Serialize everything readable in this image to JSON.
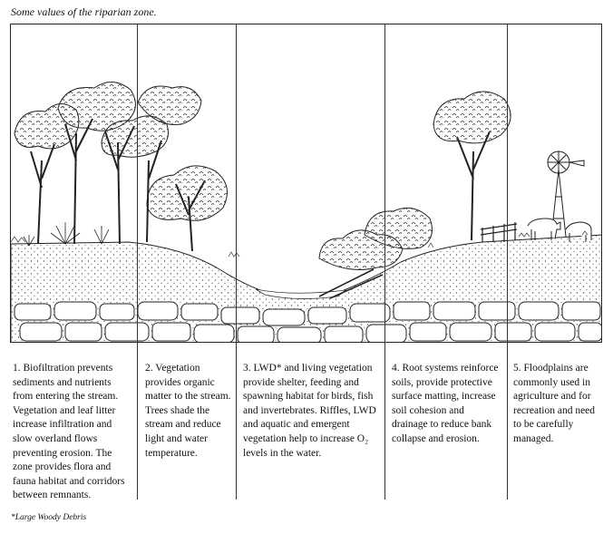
{
  "title": "Some values of the riparian zone.",
  "columns": [
    {
      "number": "1.",
      "text": "Biofiltration prevents sediments and nutrients from entering the stream. Vegetation and leaf litter increase infiltration and slow overland flows preventing erosion. The zone provides flora and fauna habitat and corridors between remnants."
    },
    {
      "number": "2.",
      "text": "Vegetation provides organic matter to the stream. Trees shade the stream and reduce light and water temperature."
    },
    {
      "number": "3.",
      "text": "LWD* and living vegetation provide shelter, feeding and spawning habitat for birds, fish and invertebrates. Riffles, LWD and aquatic and emergent vegetation help to increase O₂ levels in the water."
    },
    {
      "number": "4.",
      "text": "Root systems reinforce soils, provide protective surface matting, increase soil cohesion and drainage to reduce bank collapse and erosion."
    },
    {
      "number": "5.",
      "text": "Floodplains are commonly used in agriculture and for recreation and need to be carefully managed."
    }
  ],
  "footnote": "*Large Woody Debris"
}
